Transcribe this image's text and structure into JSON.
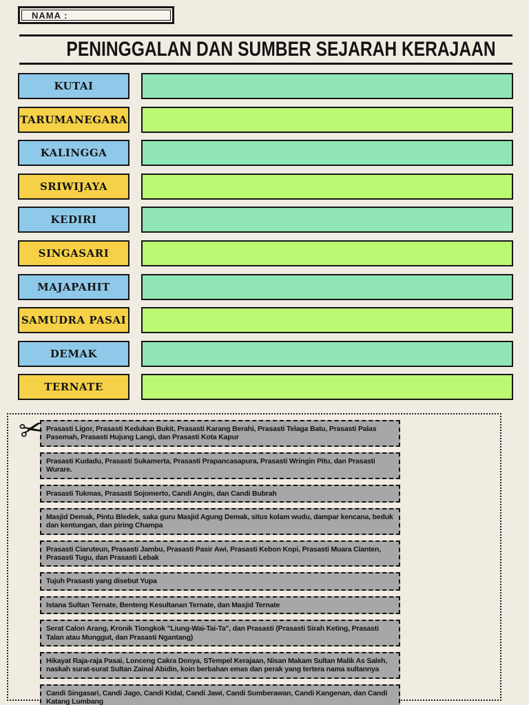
{
  "header": {
    "name_label": "NAMA :",
    "title": "PENINGGALAN DAN SUMBER SEJARAH KERAJAAN"
  },
  "colors": {
    "blue": "#8fc9ea",
    "yellow": "#f6d147",
    "mint": "#90e6b5",
    "lime": "#bcf973",
    "gray": "#a7a7a7",
    "background": "#f1ece2",
    "border": "#161616"
  },
  "kingdoms": [
    {
      "label": "KUTAI",
      "color": "blue",
      "answer_color": "mint"
    },
    {
      "label": "TARUMANEGARA",
      "color": "yellow",
      "answer_color": "lime"
    },
    {
      "label": "KALINGGA",
      "color": "blue",
      "answer_color": "mint"
    },
    {
      "label": "SRIWIJAYA",
      "color": "yellow",
      "answer_color": "lime"
    },
    {
      "label": "KEDIRI",
      "color": "blue",
      "answer_color": "mint"
    },
    {
      "label": "SINGASARI",
      "color": "yellow",
      "answer_color": "lime"
    },
    {
      "label": "MAJAPAHIT",
      "color": "blue",
      "answer_color": "mint"
    },
    {
      "label": "SAMUDRA PASAI",
      "color": "yellow",
      "answer_color": "lime"
    },
    {
      "label": "DEMAK",
      "color": "blue",
      "answer_color": "mint"
    },
    {
      "label": "TERNATE",
      "color": "yellow",
      "answer_color": "lime"
    }
  ],
  "cut_section": {
    "scissors_icon": "✂",
    "cards": [
      "Prasasti  Ligor, Prasasti Kedukan Bukit, Prasasti Karang Berahi, Prasasti Telaga Batu, Prasasti Palas Pasemah, Prasasti Hujung Langi, dan Prasasti Kota Kapur",
      "Prasasti Kudadu, Prasasti Sukamerta, Prasasti Prapancasapura, Prasasti Wringin Pitu, dan Prasasti Wurare.",
      "Prasasti Tukmas, Prasasti Sojomerto, Candi Angin, dan Candi Bubrah",
      "Masjid Demak, Pintu Bledek, saka guru Masjid Agung Demak, situs kolam wudu, dampar kencana, beduk dan kentungan, dan piring Champa",
      "Prasasti Ciaruteun, Prasasti Jambu, Prasasti Pasir Awi, Prasasti Kebon Kopi, Prasasti Muara Cianten, Prasasti Tugu, dan Prasasti Lebak",
      "Tujuh Prasasti yang disebut Yupa",
      "Istana Sultan Ternate, Benteng Kesultanan Ternate, dan Masjid Ternate",
      "Serat Calon Arang, Kronik Tiongkok \"Liung-Wai-Tai-Ta\", dan Prasasti (Prasasti Sirah Keting, Prasasti Talan atau Munggut, dan Prasasti Ngantang)",
      "Hikayat Raja-raja Pasai, Lonceng Cakra Donya, STempel Kerajaan, Nisan Makam Sultan Malik As Saleh, naskah surat-surat Sultan Zainal Abidin, koin berbahan emas dan perak yang tertera nama sultannya",
      "Candi Singasari, Candi Jago, Candi Kidal, Candi Jawi, Candi Sumberawan, Candi Kangenan, dan Candi Katang Lumbang"
    ]
  }
}
